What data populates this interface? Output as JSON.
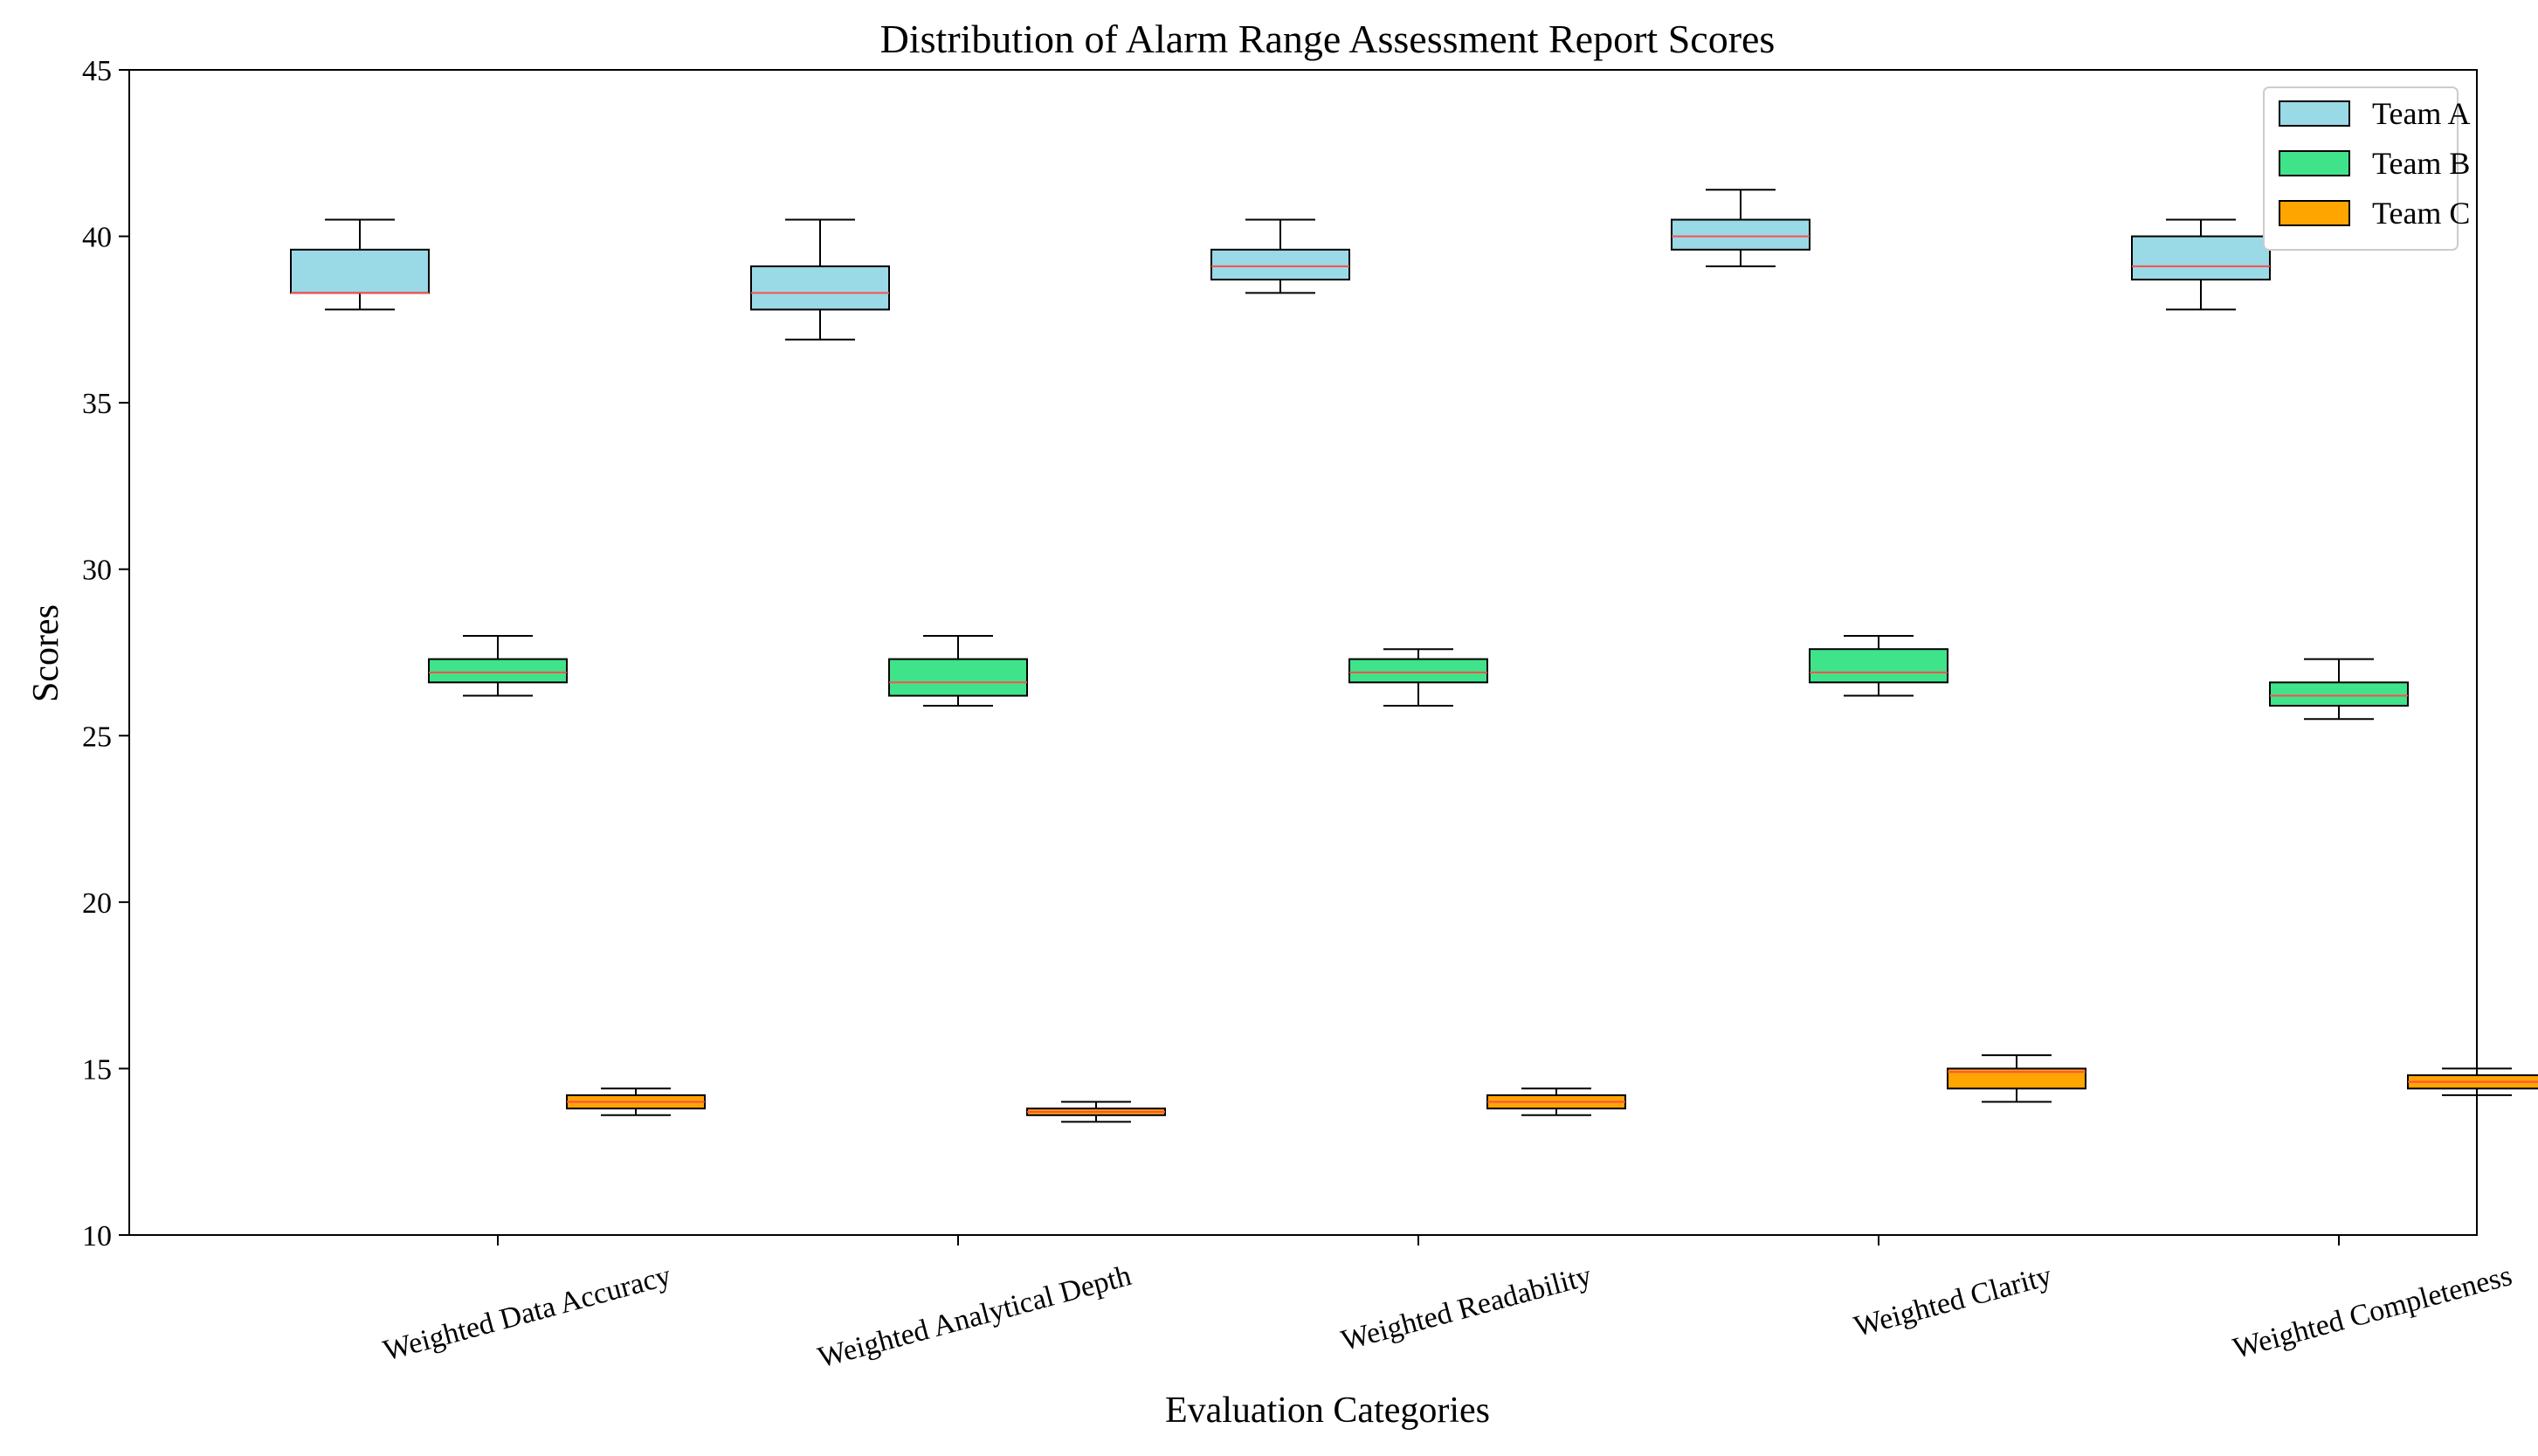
{
  "chart_data": {
    "type": "box",
    "title": "Distribution of Alarm Range Assessment Report Scores",
    "xlabel": "Evaluation Categories",
    "ylabel": "Scores",
    "ylim": [
      10,
      45
    ],
    "yticks": [
      10,
      15,
      20,
      25,
      30,
      35,
      40,
      45
    ],
    "categories": [
      "Weighted Data Accuracy",
      "Weighted Analytical Depth",
      "Weighted Readability",
      "Weighted Clarity",
      "Weighted Completeness"
    ],
    "grid": false,
    "legend_position": "top-right",
    "median_color": "#ff4d4d",
    "series": [
      {
        "name": "Team A",
        "color": "#9ad9e6",
        "boxes": [
          {
            "whisker_low": 37.8,
            "q1": 38.3,
            "median": 38.3,
            "q3": 39.6,
            "whisker_high": 40.5
          },
          {
            "whisker_low": 36.9,
            "q1": 37.8,
            "median": 38.3,
            "q3": 39.1,
            "whisker_high": 40.5
          },
          {
            "whisker_low": 38.3,
            "q1": 38.7,
            "median": 39.1,
            "q3": 39.6,
            "whisker_high": 40.5
          },
          {
            "whisker_low": 39.1,
            "q1": 39.6,
            "median": 40.0,
            "q3": 40.5,
            "whisker_high": 41.4
          },
          {
            "whisker_low": 37.8,
            "q1": 38.7,
            "median": 39.1,
            "q3": 40.0,
            "whisker_high": 40.5
          }
        ]
      },
      {
        "name": "Team B",
        "color": "#3fe38a",
        "boxes": [
          {
            "whisker_low": 26.2,
            "q1": 26.6,
            "median": 26.9,
            "q3": 27.3,
            "whisker_high": 28.0
          },
          {
            "whisker_low": 25.9,
            "q1": 26.2,
            "median": 26.6,
            "q3": 27.3,
            "whisker_high": 28.0
          },
          {
            "whisker_low": 25.9,
            "q1": 26.6,
            "median": 26.9,
            "q3": 27.3,
            "whisker_high": 27.6
          },
          {
            "whisker_low": 26.2,
            "q1": 26.6,
            "median": 26.9,
            "q3": 27.6,
            "whisker_high": 28.0
          },
          {
            "whisker_low": 25.5,
            "q1": 25.9,
            "median": 26.2,
            "q3": 26.6,
            "whisker_high": 27.3
          }
        ]
      },
      {
        "name": "Team C",
        "color": "#ffa500",
        "boxes": [
          {
            "whisker_low": 13.6,
            "q1": 13.8,
            "median": 14.0,
            "q3": 14.2,
            "whisker_high": 14.4
          },
          {
            "whisker_low": 13.4,
            "q1": 13.6,
            "median": 13.7,
            "q3": 13.8,
            "whisker_high": 14.0
          },
          {
            "whisker_low": 13.6,
            "q1": 13.8,
            "median": 14.0,
            "q3": 14.2,
            "whisker_high": 14.4
          },
          {
            "whisker_low": 14.0,
            "q1": 14.4,
            "median": 14.9,
            "q3": 15.0,
            "whisker_high": 15.4
          },
          {
            "whisker_low": 14.2,
            "q1": 14.4,
            "median": 14.6,
            "q3": 14.8,
            "whisker_high": 15.0
          }
        ]
      }
    ]
  }
}
